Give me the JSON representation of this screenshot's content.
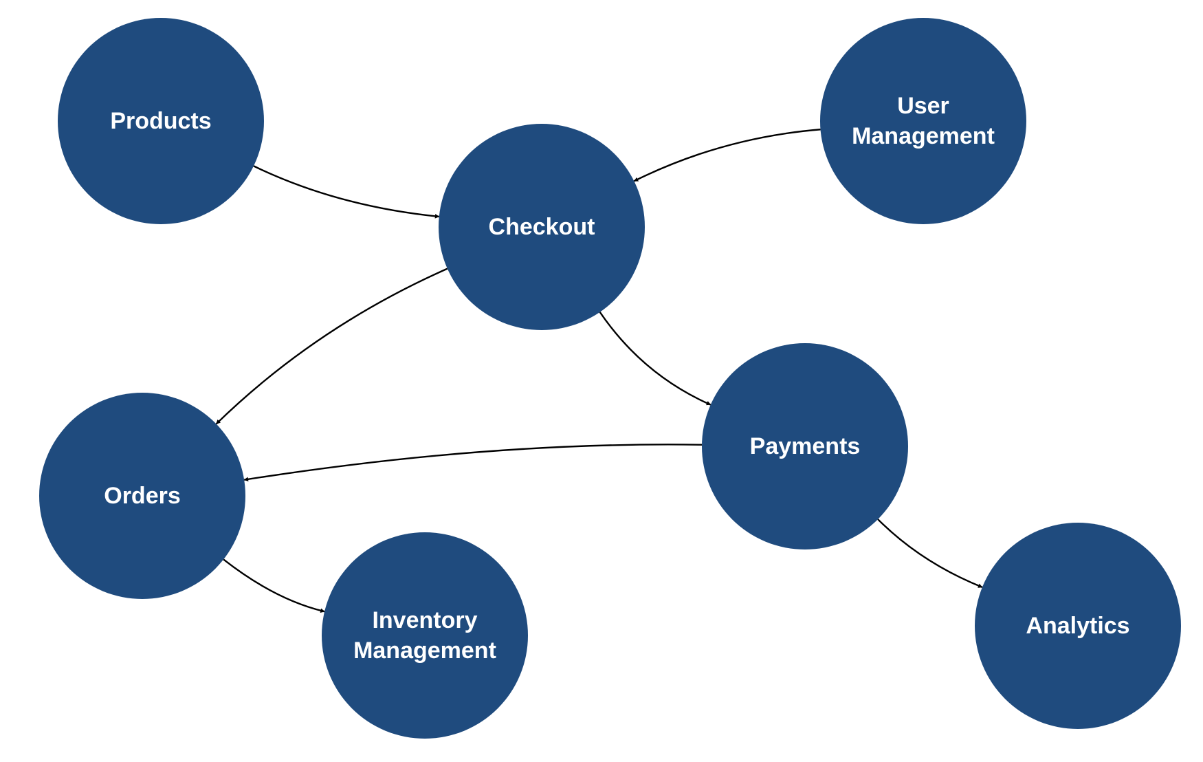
{
  "diagram": {
    "colors": {
      "node_fill": "#1f4b7e",
      "node_text": "#ffffff",
      "edge": "#000000",
      "background": "#ffffff"
    },
    "nodes": [
      {
        "id": "products",
        "lines": [
          "Products"
        ]
      },
      {
        "id": "checkout",
        "lines": [
          "Checkout"
        ]
      },
      {
        "id": "user-management",
        "lines": [
          "User",
          "Management"
        ]
      },
      {
        "id": "orders",
        "lines": [
          "Orders"
        ]
      },
      {
        "id": "payments",
        "lines": [
          "Payments"
        ]
      },
      {
        "id": "inventory-management",
        "lines": [
          "Inventory",
          "Management"
        ]
      },
      {
        "id": "analytics",
        "lines": [
          "Analytics"
        ]
      }
    ],
    "edges": [
      {
        "from": "products",
        "to": "checkout"
      },
      {
        "from": "user-management",
        "to": "checkout"
      },
      {
        "from": "checkout",
        "to": "orders"
      },
      {
        "from": "checkout",
        "to": "payments"
      },
      {
        "from": "payments",
        "to": "orders"
      },
      {
        "from": "orders",
        "to": "inventory-management"
      },
      {
        "from": "payments",
        "to": "analytics"
      }
    ]
  }
}
